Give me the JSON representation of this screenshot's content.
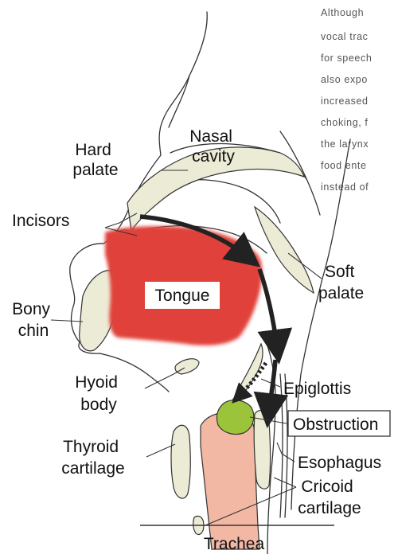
{
  "annotation": {
    "lines": [
      "Although",
      "vocal trac",
      "for speech",
      "also expo",
      "increased",
      "choking, f",
      "the larynx",
      "food ente",
      "instead of"
    ]
  },
  "labels": {
    "nasal_cavity": [
      "Nasal",
      "cavity"
    ],
    "hard_palate": [
      "Hard",
      "palate"
    ],
    "incisors": "Incisors",
    "tongue": "Tongue",
    "soft_palate": [
      "Soft",
      "palate"
    ],
    "bony_chin": [
      "Bony",
      "chin"
    ],
    "hyoid_body": [
      "Hyoid",
      "body"
    ],
    "epiglottis": "Epiglottis",
    "obstruction": "Obstruction",
    "thyroid_cartilage": [
      "Thyroid",
      "cartilage"
    ],
    "esophagus": "Esophagus",
    "cricoid_cartilage": [
      "Cricoid",
      "cartilage"
    ],
    "trachea": "Trachea"
  },
  "colors": {
    "tongue": "#e0433a",
    "bone": "#ecebd6",
    "obstruction": "#9cc43b",
    "trachea": "#f2b8a4",
    "arrow": "#222222"
  }
}
